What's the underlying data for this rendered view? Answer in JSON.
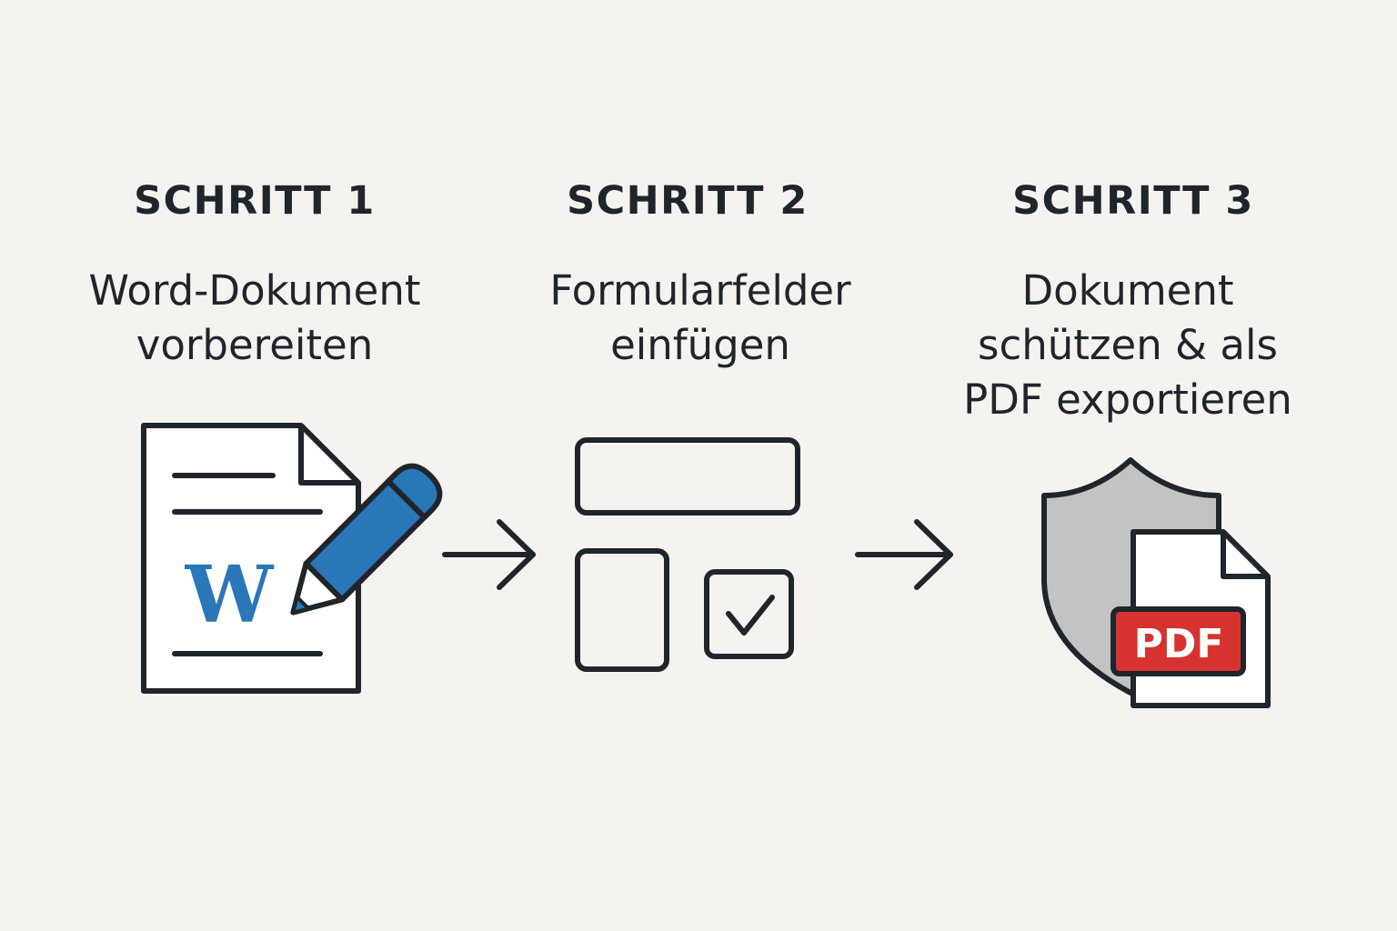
{
  "steps": [
    {
      "heading": "SCHRITT 1",
      "lines": [
        "Word-Dokument",
        "vorbereiten"
      ],
      "icon": "word-document-pencil-icon",
      "badge": "W"
    },
    {
      "heading": "SCHRITT 2",
      "lines": [
        "Formularfelder",
        "einfügen"
      ],
      "icon": "form-fields-icon"
    },
    {
      "heading": "SCHRITT 3",
      "lines": [
        "Dokument",
        "schützen & als",
        "PDF exportieren"
      ],
      "icon": "shield-pdf-icon",
      "badge": "PDF"
    }
  ],
  "colors": {
    "background": "#f4f3ef",
    "ink": "#1f252b",
    "word_blue": "#2a77b8",
    "pdf_red": "#d63330",
    "shield_gray": "#c2c3c5"
  }
}
